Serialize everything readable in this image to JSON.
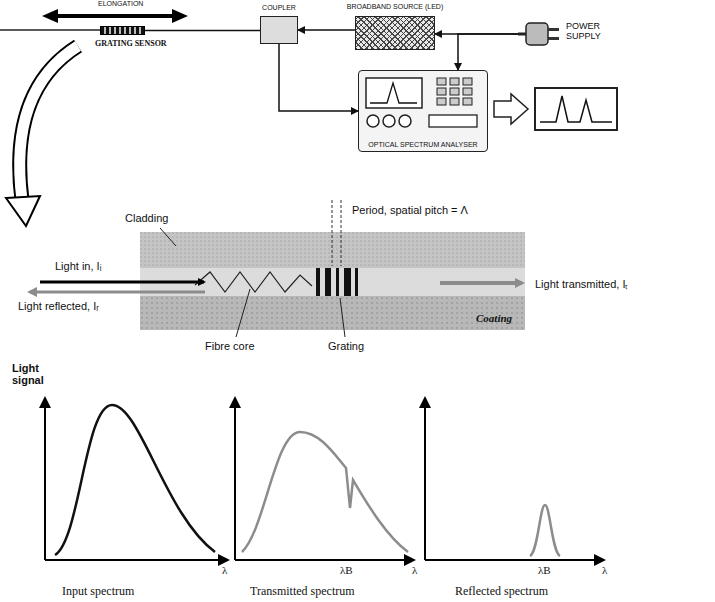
{
  "diagram": {
    "nodes": [
      {
        "text": [
          "GRATING SENSOR"
        ]
      },
      {
        "text": [
          "COUPLER"
        ]
      },
      {
        "text": [
          "BROADBAND SOURCE (LED)"
        ]
      },
      {
        "text": [
          "POWER SUPPLY"
        ]
      },
      {
        "text": [
          "OPTICAL SPECTRUM ANALYSER"
        ]
      }
    ],
    "edges": [
      {
        "from": 1,
        "to": 0,
        "arrow": "none"
      },
      {
        "from": 2,
        "to": 1,
        "arrow": "to"
      },
      {
        "from": 3,
        "to": 2,
        "arrow": "to"
      },
      {
        "from": 1,
        "to": 4,
        "arrow": "to"
      },
      {
        "from": 3,
        "to": 4,
        "arrow": "to"
      }
    ],
    "labels": [
      "ELONGATION",
      "Cladding",
      "Period, spatial pitch = Λ",
      "Light in, Iᵢ",
      "Light reflected, Iᵣ",
      "Light transmitted, Iₜ",
      "Coating",
      "Fibre core",
      "Grating",
      "Light signal",
      "λ",
      "λB",
      "λ",
      "λB",
      "λ",
      "Input spectrum",
      "Transmitted spectrum",
      "Reflected spectrum"
    ]
  }
}
